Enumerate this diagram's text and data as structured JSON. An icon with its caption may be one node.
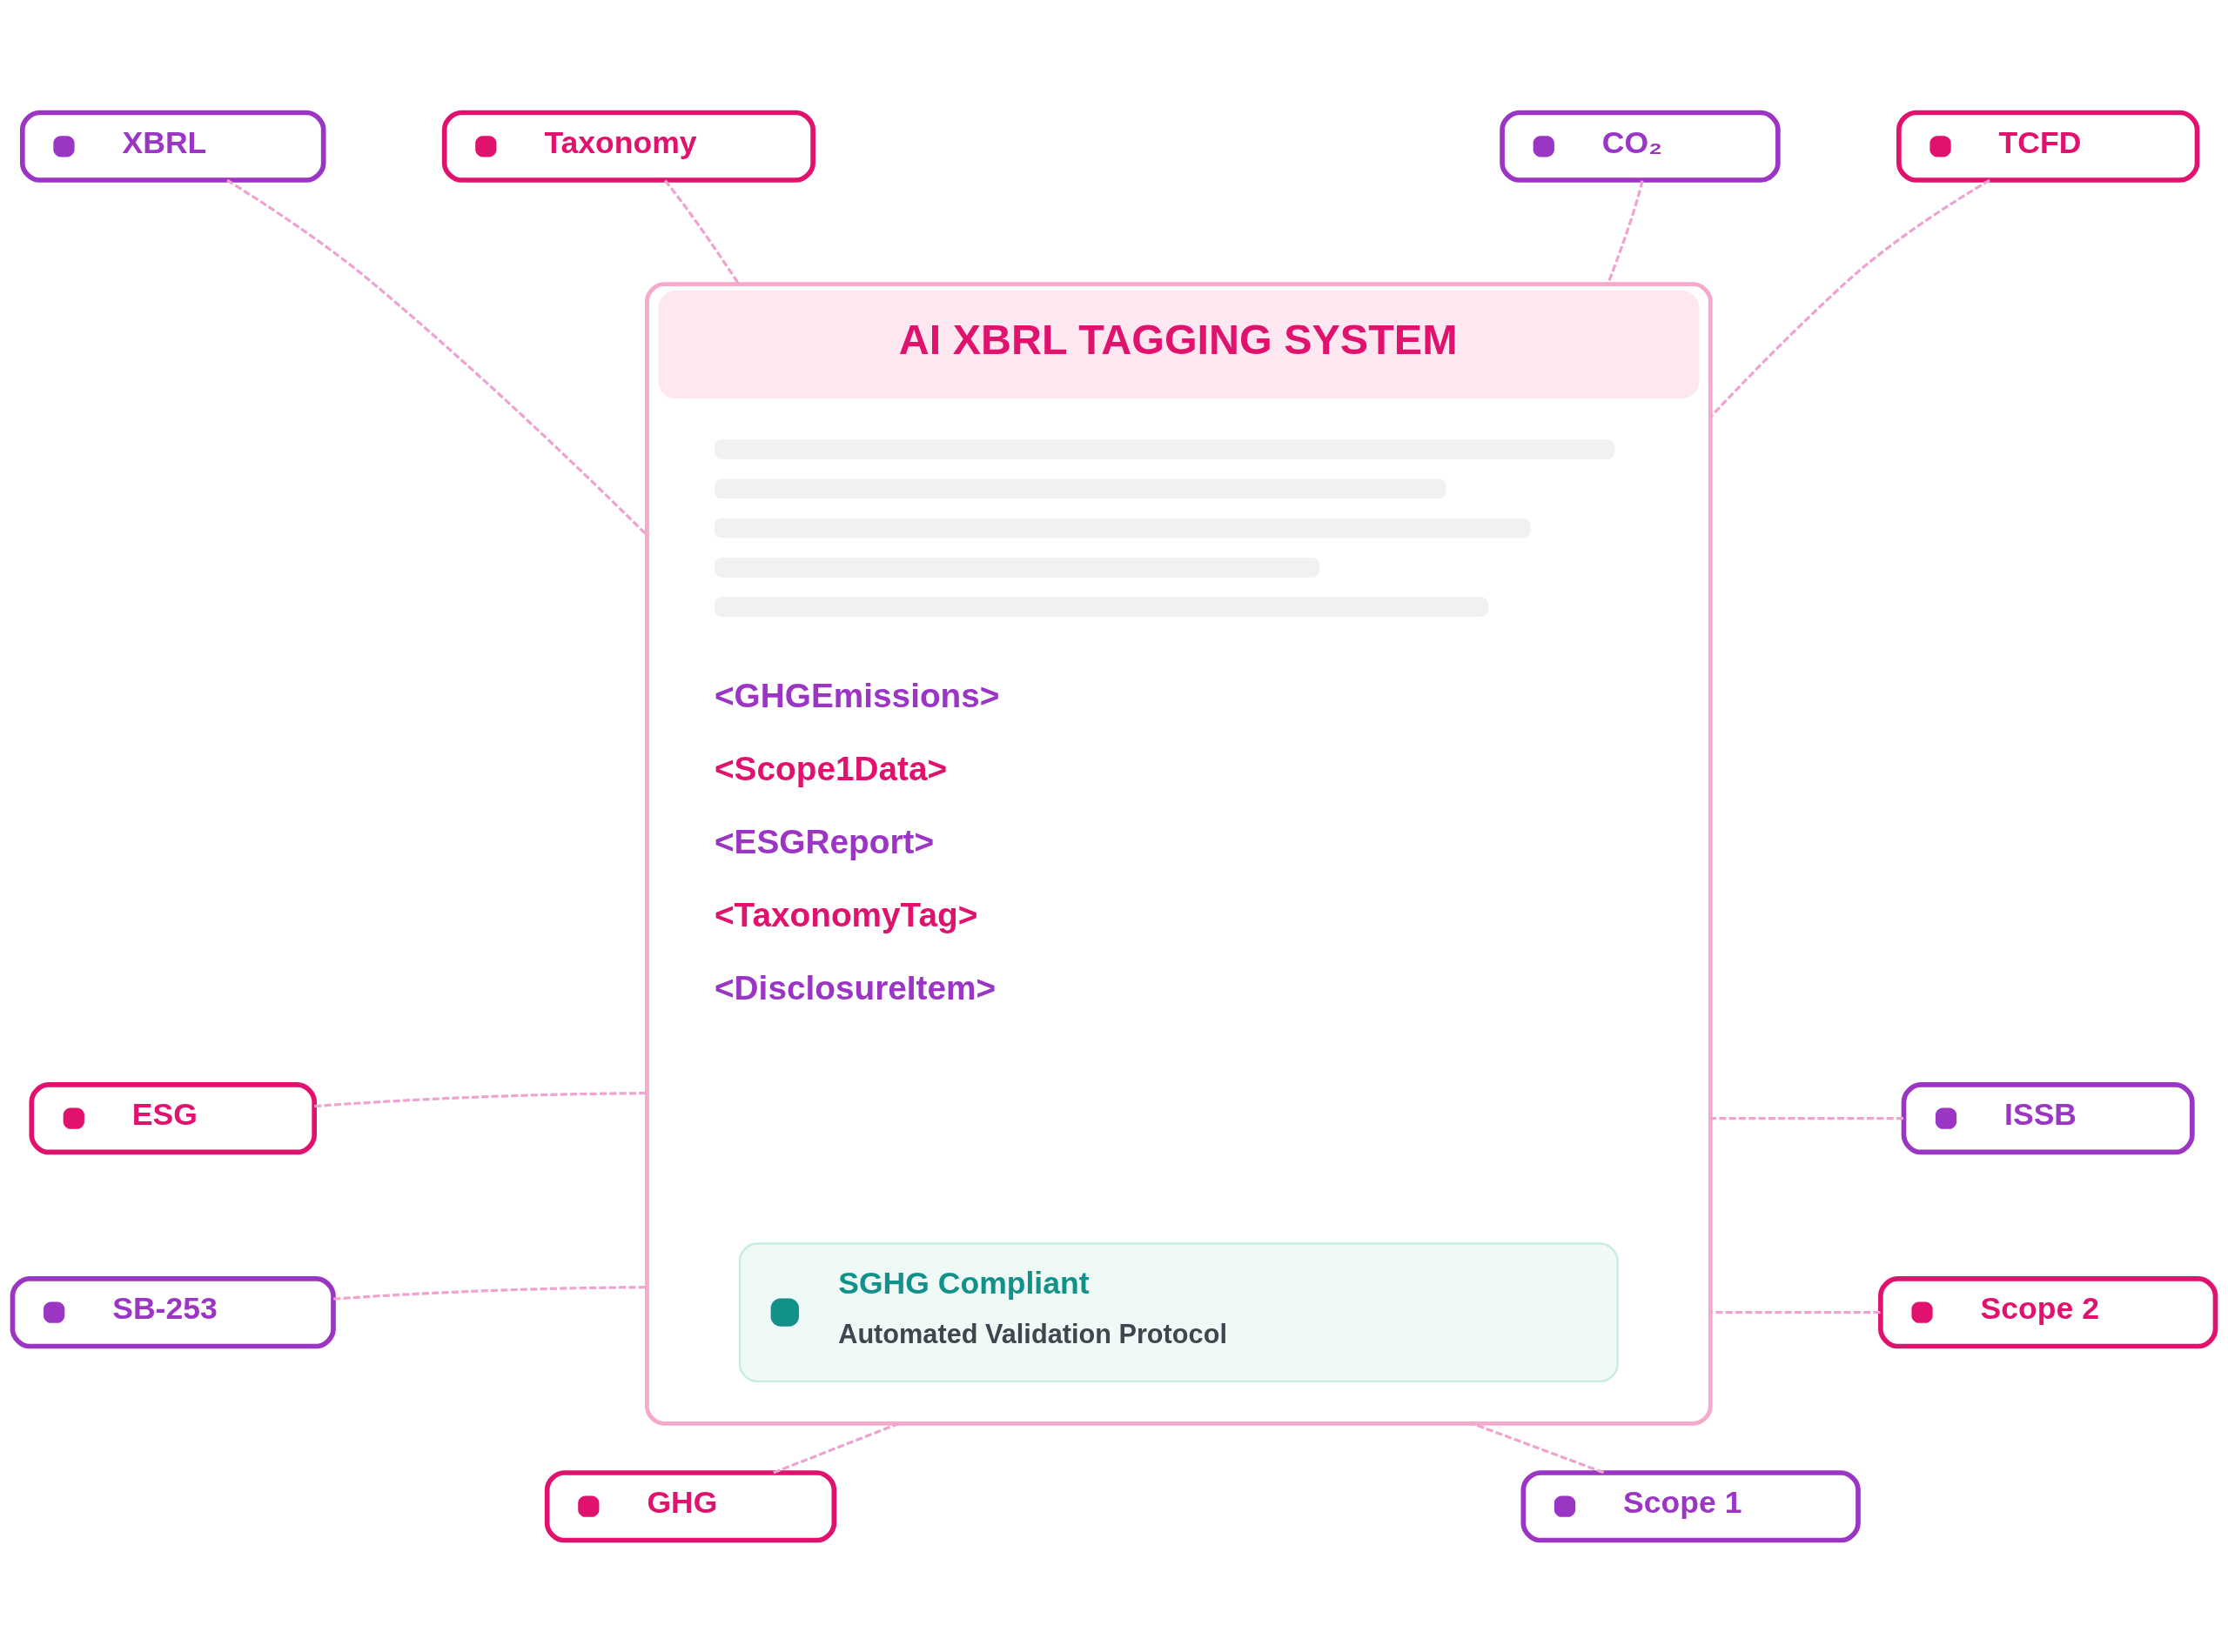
{
  "diagram": {
    "nodes": [
      {
        "text": [
          "Taxonomy"
        ]
      },
      {
        "text": [
          "CO₂"
        ]
      },
      {
        "text": [
          "XBRL"
        ]
      },
      {
        "text": [
          "TCFD"
        ]
      },
      {
        "text": [
          "AI XBRL TAGGING SYSTEM",
          "<GHGEmissions>",
          "<Scope1Data>",
          "<ESGReport>",
          "<TaxonomyTag>",
          "<DisclosureItem>"
        ]
      },
      {
        "text": [
          "SGHG Compliant",
          "Automated Validation Protocol"
        ],
        "in": 4
      },
      {
        "text": [
          "ESG"
        ]
      },
      {
        "text": [
          "ISSB"
        ]
      },
      {
        "text": [
          "SB-253"
        ]
      },
      {
        "text": [
          "Scope 2"
        ]
      },
      {
        "text": [
          "GHG"
        ]
      },
      {
        "text": [
          "Scope 1"
        ]
      }
    ],
    "edges": [
      {
        "from": 0,
        "to": 4,
        "arrow": "none",
        "style": "dashed"
      },
      {
        "from": 1,
        "to": 4,
        "arrow": "none",
        "style": "dashed"
      },
      {
        "from": 2,
        "to": 4,
        "arrow": "none",
        "style": "dashed"
      },
      {
        "from": 3,
        "to": 4,
        "arrow": "none",
        "style": "dashed"
      },
      {
        "from": 6,
        "to": 4,
        "arrow": "none",
        "style": "dashed"
      },
      {
        "from": 7,
        "to": 4,
        "arrow": "none",
        "style": "dashed"
      },
      {
        "from": 8,
        "to": 4,
        "arrow": "none",
        "style": "dashed"
      },
      {
        "from": 9,
        "to": 4,
        "arrow": "none",
        "style": "dashed"
      },
      {
        "from": 10,
        "to": 4,
        "arrow": "none",
        "style": "dashed"
      },
      {
        "from": 11,
        "to": 4,
        "arrow": "none",
        "style": "dashed"
      }
    ]
  }
}
